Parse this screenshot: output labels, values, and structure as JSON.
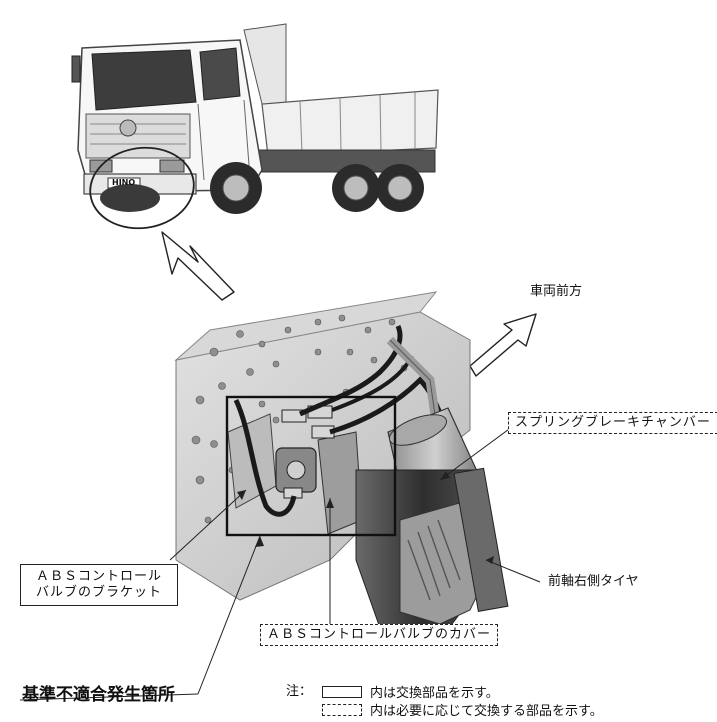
{
  "labels": {
    "vehicle_front": "車両前方",
    "spring_brake_chamber": "スプリングブレーキチャンバー",
    "front_right_tire": "前軸右側タイヤ",
    "abs_bracket_line1": "ＡＢＳコントロール",
    "abs_bracket_line2": "バルブのブラケット",
    "abs_valve_cover": "ＡＢＳコントロールバルブのカバー",
    "nonconformity_location": "基準不適合発生箇所"
  },
  "legend": {
    "note_prefix": "注：",
    "solid_text": "内は交換部品を示す。",
    "dashed_text": "内は必要に応じて交換する部品を示す。"
  },
  "truck": {
    "badge": "HINO"
  },
  "colors": {
    "ink": "#111111",
    "cab_white": "#f4f4f4",
    "frame_gray": "#cfcfcf",
    "tire_dark": "#3a3a3a"
  }
}
